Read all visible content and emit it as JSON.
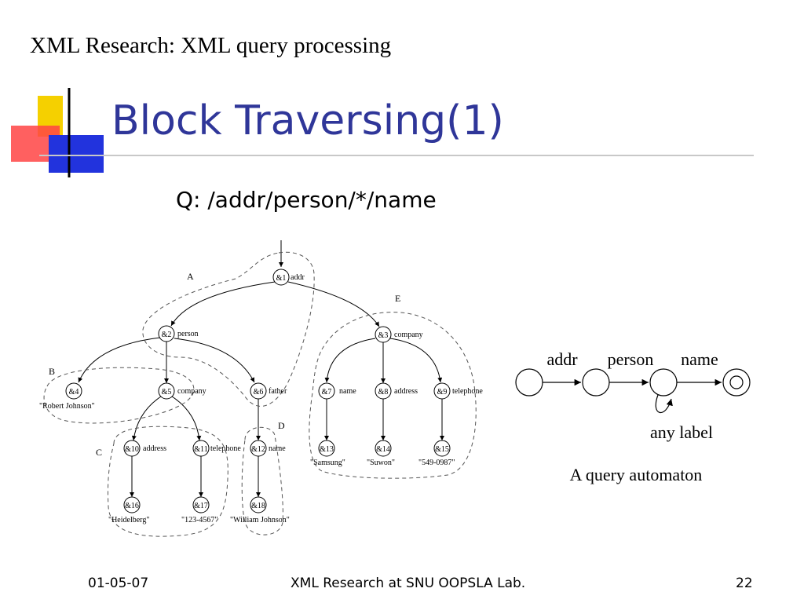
{
  "header": {
    "subtitle": "XML Research: XML query processing",
    "title": "Block Traversing(1)",
    "query": "Q: /addr/person/*/name"
  },
  "colors": {
    "title": "#2f3699",
    "deco_yellow": "#f5d000",
    "deco_red": "#ff4444",
    "deco_blue": "#2233dd"
  },
  "tree": {
    "blocks": [
      "A",
      "B",
      "C",
      "D",
      "E"
    ],
    "nodes": [
      {
        "id": "&1",
        "label": "addr"
      },
      {
        "id": "&2",
        "label": "person"
      },
      {
        "id": "&3",
        "label": "company"
      },
      {
        "id": "&4",
        "label": ""
      },
      {
        "id": "&5",
        "label": "company"
      },
      {
        "id": "&6",
        "label": "father"
      },
      {
        "id": "&7",
        "label": "name"
      },
      {
        "id": "&8",
        "label": "address"
      },
      {
        "id": "&9",
        "label": "telephone"
      },
      {
        "id": "&10",
        "label": "address"
      },
      {
        "id": "&11",
        "label": "telephone"
      },
      {
        "id": "&12",
        "label": "name"
      },
      {
        "id": "&13",
        "label": ""
      },
      {
        "id": "&14",
        "label": ""
      },
      {
        "id": "&15",
        "label": ""
      },
      {
        "id": "&16",
        "label": ""
      },
      {
        "id": "&17",
        "label": ""
      },
      {
        "id": "&18",
        "label": ""
      }
    ],
    "values": [
      "\"Robert Johnson\"",
      "\"Samsung\"",
      "\"Suwon\"",
      "\"549-0987\"",
      "\"Heidelberg\"",
      "\"123-4567\"",
      "\"William Johnson\""
    ]
  },
  "automaton": {
    "transitions": [
      "addr",
      "person",
      "name"
    ],
    "loop_label": "any label",
    "caption": "A query automaton"
  },
  "footer": {
    "date": "01-05-07",
    "center": "XML Research at SNU OOPSLA Lab.",
    "page": "22"
  }
}
